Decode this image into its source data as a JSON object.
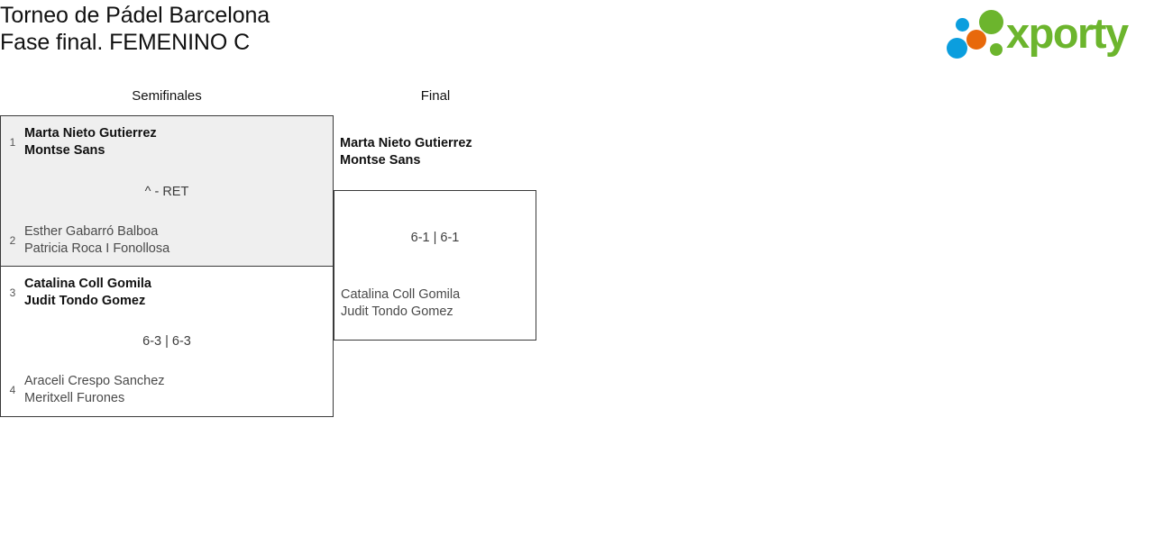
{
  "header": {
    "title_line1": "Torneo de Pádel Barcelona",
    "title_line2": "Fase final. FEMENINO C",
    "logo": {
      "wordmark": "xporty",
      "dot_colors": {
        "green": "#6cb52d",
        "blue": "#0b9ede",
        "orange": "#e8690b"
      }
    }
  },
  "rounds": [
    {
      "label": "Semifinales"
    },
    {
      "label": "Final"
    }
  ],
  "bracket": {
    "semifinals": [
      {
        "score": "^ - RET",
        "highlighted": true,
        "teams": [
          {
            "seed": "1",
            "player1": "Marta Nieto Gutierrez",
            "player2": "Montse Sans",
            "result": "winner"
          },
          {
            "seed": "2",
            "player1": "Esther Gabarró Balboa",
            "player2": "Patricia Roca I Fonollosa",
            "result": "loser"
          }
        ]
      },
      {
        "score": "6-3 | 6-3",
        "highlighted": false,
        "teams": [
          {
            "seed": "3",
            "player1": "Catalina Coll Gomila",
            "player2": "Judit Tondo Gomez",
            "result": "winner"
          },
          {
            "seed": "4",
            "player1": "Araceli Crespo Sanchez",
            "player2": "Meritxell Furones",
            "result": "loser"
          }
        ]
      }
    ],
    "final": {
      "score": "6-1 | 6-1",
      "teams": [
        {
          "seed": "",
          "player1": "Marta Nieto Gutierrez",
          "player2": "Montse Sans",
          "result": "winner"
        },
        {
          "seed": "",
          "player1": "Catalina Coll Gomila",
          "player2": "Judit Tondo Gomez",
          "result": "loser"
        }
      ]
    }
  }
}
